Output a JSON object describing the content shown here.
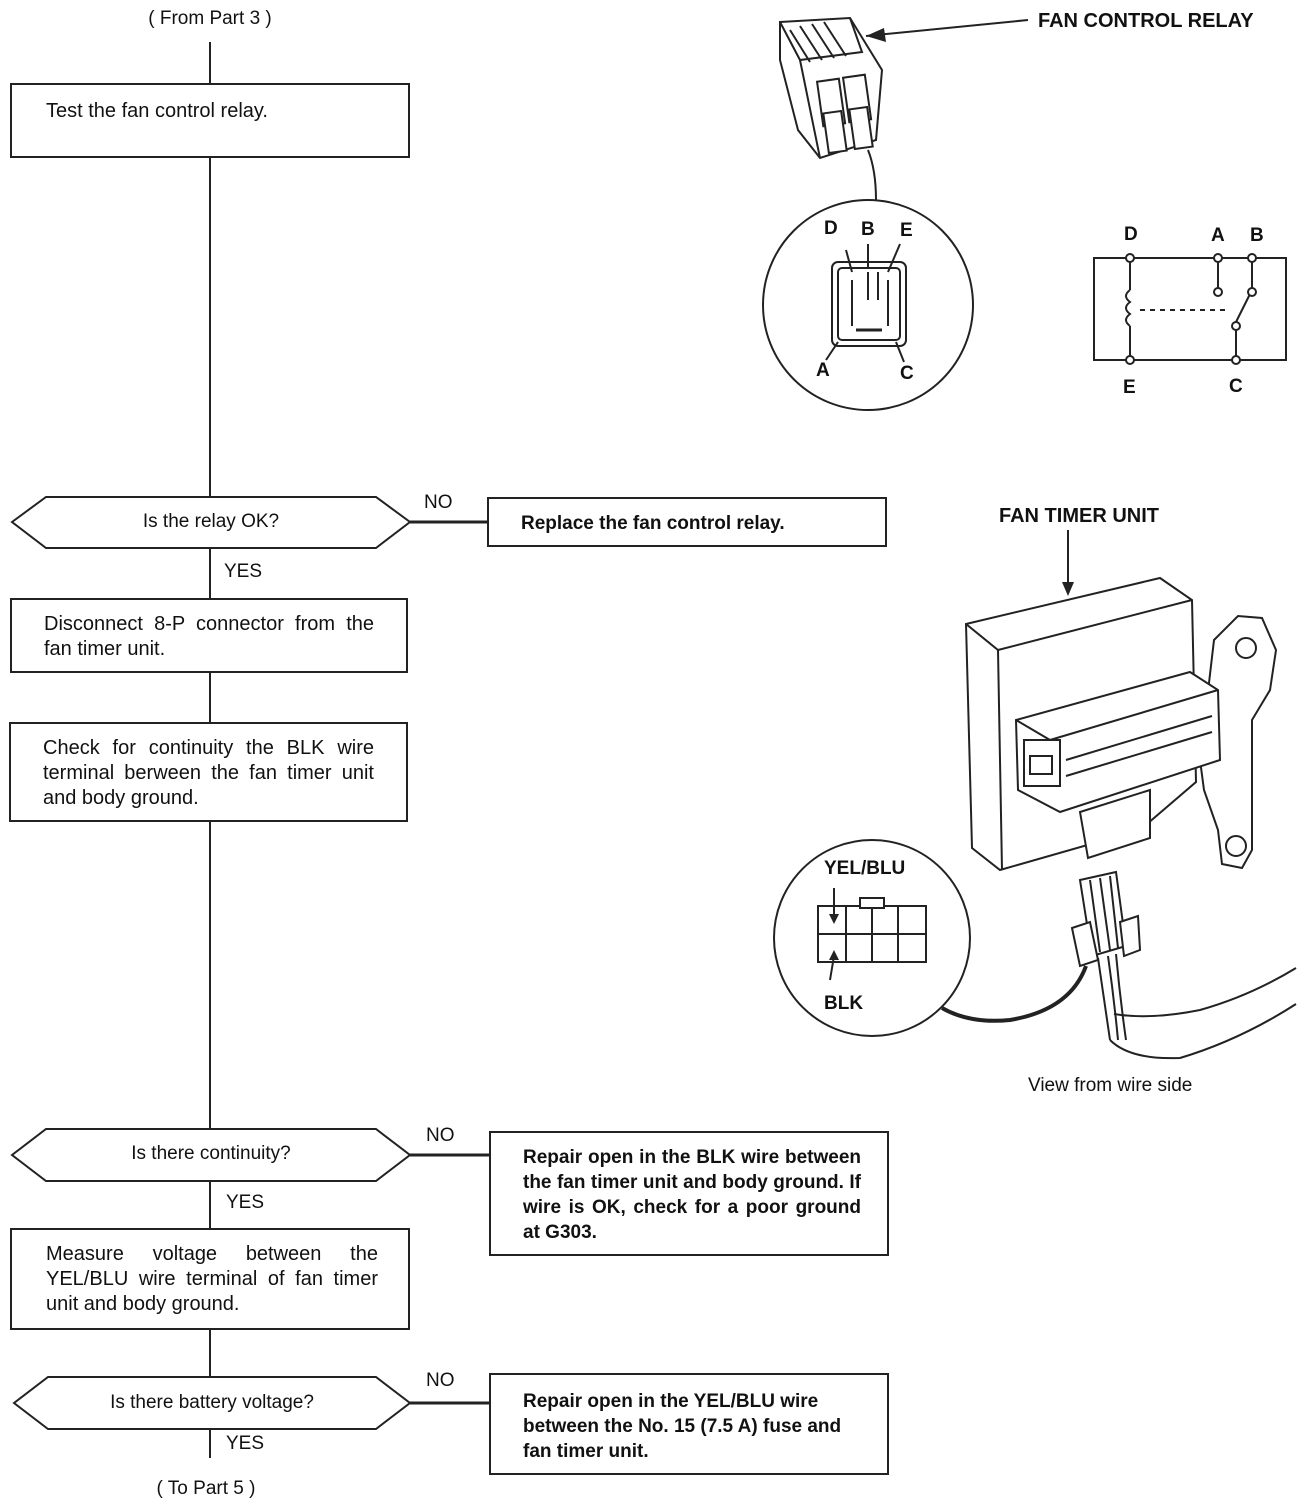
{
  "flow": {
    "from_label": "( From Part 3 )",
    "to_label": "( To Part 5 )",
    "step1": "Test the fan control relay.",
    "q1": "Is the relay OK?",
    "q1_no_label": "NO",
    "q1_no_action": "Replace the fan control relay.",
    "q1_yes_label": "YES",
    "step2": "Disconnect 8-P connector from the fan timer unit.",
    "step3": "Check for continuity the BLK wire terminal berween the fan timer unit and body ground.",
    "q2": "Is there continuity?",
    "q2_no_label": "NO",
    "q2_no_action": "Repair open in the BLK wire between the fan timer unit and body ground. If wire is OK, check for a poor ground at G303.",
    "q2_yes_label": "YES",
    "step4": "Measure voltage between the YEL/BLU wire terminal of fan timer unit and body ground.",
    "q3": "Is there battery voltage?",
    "q3_no_label": "NO",
    "q3_no_action": "Repair open in the YEL/BLU wire between the No. 15 (7.5 A) fuse and fan timer unit.",
    "q3_yes_label": "YES"
  },
  "relay": {
    "title": "FAN CONTROL RELAY",
    "connector_pins": {
      "D": "D",
      "B": "B",
      "E": "E",
      "A": "A",
      "C": "C"
    },
    "schematic_pins": {
      "D": "D",
      "A": "A",
      "B": "B",
      "E": "E",
      "C": "C"
    }
  },
  "timer": {
    "title": "FAN TIMER UNIT",
    "wire_top": "YEL/BLU",
    "wire_bottom": "BLK",
    "caption": "View from wire side"
  },
  "colors": {
    "line": "#222222",
    "background": "#ffffff"
  }
}
